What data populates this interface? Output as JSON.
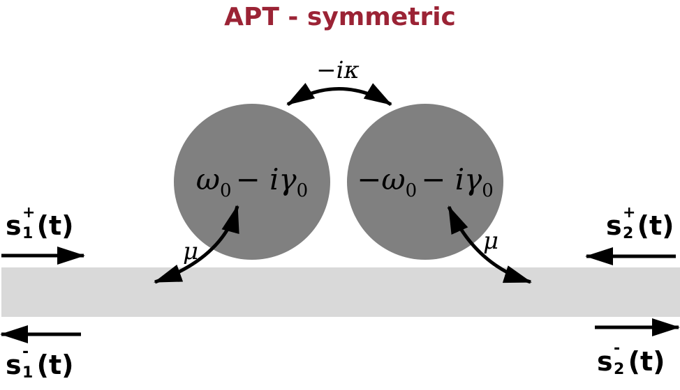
{
  "title": "APT - symmetric",
  "colors": {
    "title": "#9b2335",
    "resonator_fill": "#808080",
    "waveguide_fill": "#d9d9d9",
    "arrow": "#000000",
    "background": "#ffffff"
  },
  "coupling": {
    "inter_resonator_label": "−iκ",
    "waveguide_left_label": "μ",
    "waveguide_right_label": "μ"
  },
  "resonators": [
    {
      "label_main": "ω",
      "label_main_sub": "0",
      "label_op": "− iγ",
      "label_op_sub": "0",
      "label_prefix": ""
    },
    {
      "label_main": "ω",
      "label_main_sub": "0",
      "label_op": "− iγ",
      "label_op_sub": "0",
      "label_prefix": "−"
    }
  ],
  "ports": {
    "s1_plus": {
      "base": "s",
      "sup": "+",
      "sub": "1",
      "arg": "(t)",
      "direction": "right"
    },
    "s1_minus": {
      "base": "s",
      "sup": "-",
      "sub": "1",
      "arg": "(t)",
      "direction": "left"
    },
    "s2_plus": {
      "base": "s",
      "sup": "+",
      "sub": "2",
      "arg": "(t)",
      "direction": "left"
    },
    "s2_minus": {
      "base": "s",
      "sup": "-",
      "sub": "2",
      "arg": "(t)",
      "direction": "right"
    }
  }
}
